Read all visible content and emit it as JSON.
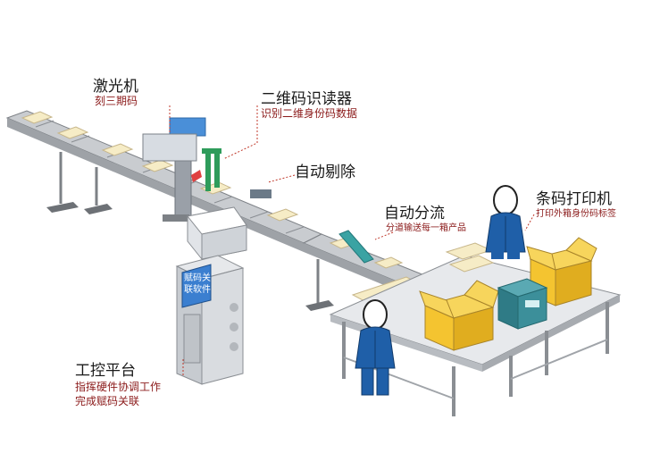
{
  "labels": {
    "laser": {
      "title": "激光机",
      "subtitle": "刻三期码"
    },
    "reader": {
      "title": "二维码识读器",
      "subtitle": "识别二维身份码数据"
    },
    "reject": {
      "title": "自动剔除"
    },
    "divert": {
      "title": "自动分流",
      "subtitle": "分道输送每一箱产品"
    },
    "printer": {
      "title": "条码打印机",
      "subtitle": "打印外箱身份码标签"
    },
    "ipc": {
      "title": "工控平台",
      "subtitle_line1": "指挥硬件协调工作",
      "subtitle_line2": "完成赋码关联"
    }
  },
  "terminal_screen": {
    "line1": "赋码关",
    "line2": "联软件"
  },
  "colors": {
    "conveyor": "#b9bcc0",
    "conveyor_dark": "#8a8e93",
    "box": "#f4c430",
    "worker": "#1f5fa8",
    "table": "#dcdfe3",
    "screen": "#3b7fd0",
    "printer": "#3c8f9a",
    "leader": "#c0392b"
  }
}
